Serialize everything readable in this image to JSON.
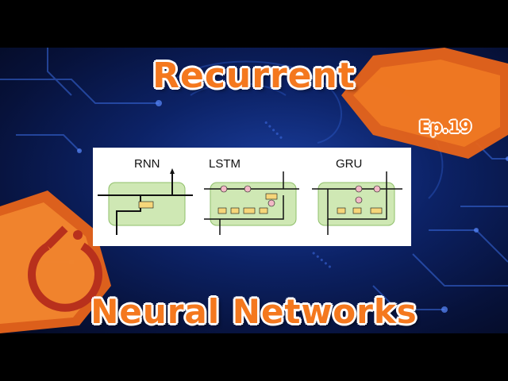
{
  "thumbnail": {
    "title_top": "Recurrent",
    "title_bottom": "Neural Networks",
    "episode": "Ep.19"
  },
  "diagrams": {
    "rnn_label": "RNN",
    "lstm_label": "LSTM",
    "gru_label": "GRU"
  },
  "icons": {
    "logo": "pytorch-logo-icon",
    "background": "circuit-brain-pattern"
  },
  "colors": {
    "accent_orange": "#f4781e",
    "background_blue": "#0c2266",
    "cell_green": "#cfe8b4"
  }
}
